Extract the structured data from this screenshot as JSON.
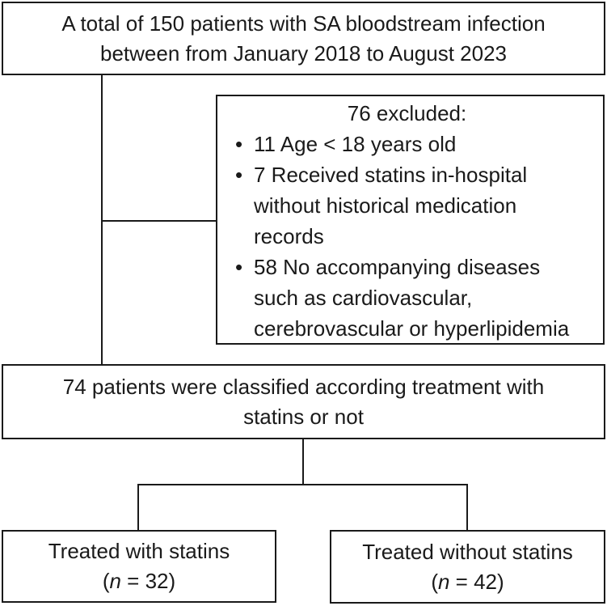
{
  "flowchart": {
    "bullet_glyph": "•",
    "top_box": {
      "line1": "A total of 150 patients with SA bloodstream infection",
      "line2": "between from January 2018 to August 2023"
    },
    "excluded_box": {
      "title": "76 excluded:",
      "items": [
        {
          "text": "11 Age < 18 years old",
          "lines": [
            "11 Age < 18 years old"
          ]
        },
        {
          "text": "7 Received statins in-hospital without historical medication records",
          "lines": [
            "7 Received statins in-hospital",
            "without historical medication",
            "records"
          ]
        },
        {
          "text": "58 No accompanying diseases such as cardiovascular, cerebrovascular or hyperlipidemia",
          "lines": [
            "58 No accompanying diseases",
            "such as cardiovascular,",
            "cerebrovascular or hyperlipidemia"
          ]
        }
      ]
    },
    "classified_box": {
      "line1": "74 patients were classified according treatment with",
      "line2": "statins or not"
    },
    "statins_box": {
      "line1": "Treated with statins",
      "n_prefix": "(",
      "n_italic": "n",
      "n_suffix": " = 32)"
    },
    "no_statins_box": {
      "line1": "Treated without statins",
      "n_prefix": "(",
      "n_italic": "n",
      "n_suffix": " = 42)"
    },
    "colors": {
      "line_color": "#1a1a1a",
      "background": "#ffffff"
    }
  }
}
